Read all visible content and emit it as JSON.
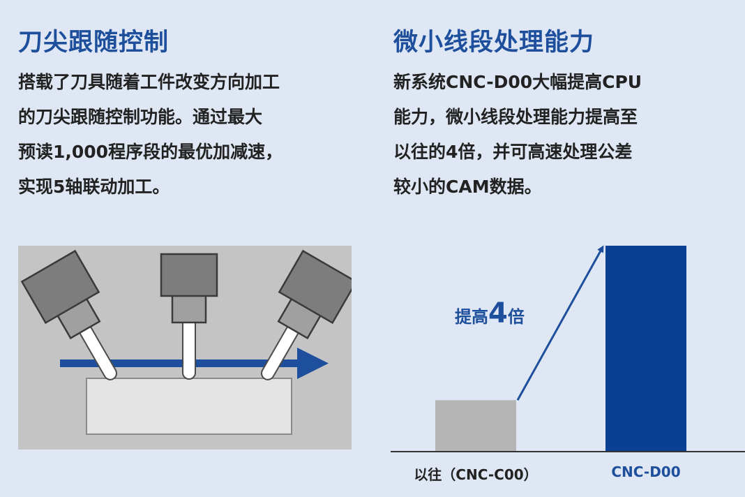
{
  "left_section": {
    "title": "刀尖跟随控制",
    "description_lines": [
      "搭载了刀具随着工件改变方向加工",
      "的刀尖跟随控制功能。通过最大",
      "预读1,000程序段的最优加减速，",
      "实现5轴联动加工。"
    ]
  },
  "right_section": {
    "title": "微小线段处理能力",
    "description_lines": [
      "新系统CNC-D00大幅提高CPU",
      "能力，微小线段处理能力提高至",
      "以往的4倍，并可高速处理公差",
      "较小的CAM数据。"
    ]
  },
  "colors": {
    "title_blue": "#1d4f9c",
    "bar_old": "#b5b5b5",
    "bar_new": "#0b3f91",
    "background": "#dfe7f4",
    "machine_gray": "#7d7d7d"
  },
  "chart_data": {
    "type": "bar",
    "categories": [
      "以往（CNC-C00）",
      "CNC-D00"
    ],
    "values": [
      1,
      4
    ],
    "annotation": {
      "prefix": "提高",
      "number": "4",
      "suffix": "倍"
    }
  }
}
